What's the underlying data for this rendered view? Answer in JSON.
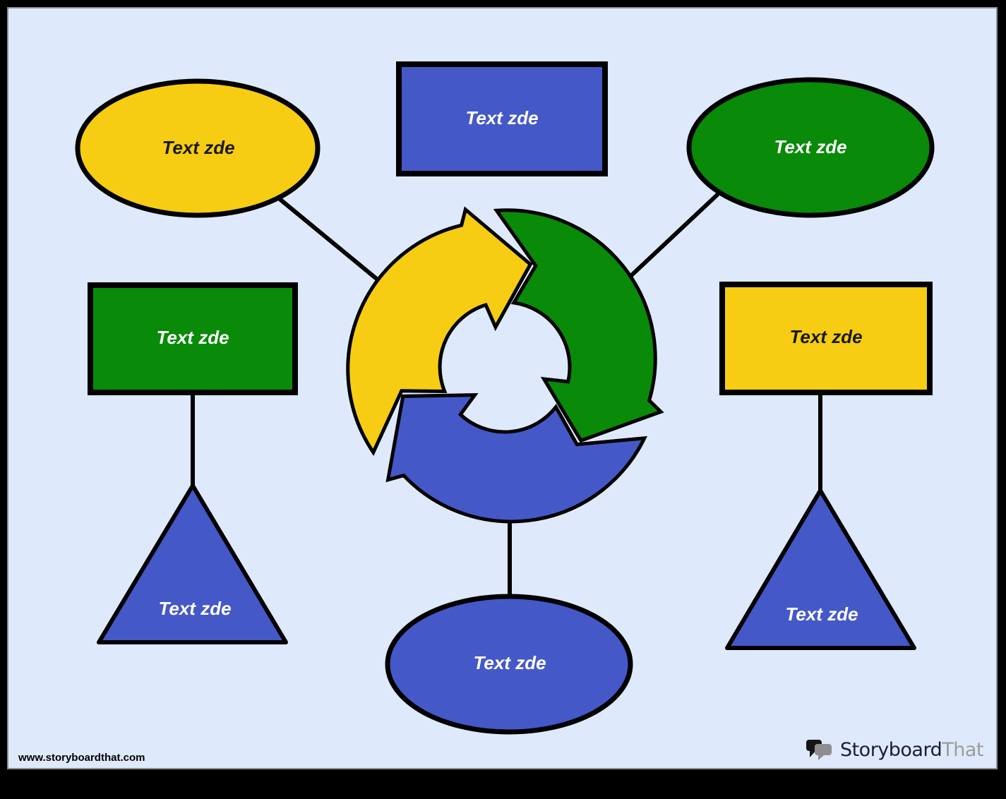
{
  "palette": {
    "background": "#DEEAFB",
    "frame": "#000000",
    "yellow": "#F6CD13",
    "green": "#098A09",
    "blue": "#4558C8",
    "outline": "#000000",
    "text_light": "#FFFFFF",
    "text_dark": "#1A1A1A"
  },
  "shapes": [
    {
      "id": "ellipse-top-left",
      "type": "ellipse",
      "label": "Text zde",
      "fill_color": "#F6CD13",
      "text_color": "#1A1A1A"
    },
    {
      "id": "rect-top-center",
      "type": "rectangle",
      "label": "Text zde",
      "fill_color": "#4558C8",
      "text_color": "#FFFFFF"
    },
    {
      "id": "ellipse-top-right",
      "type": "ellipse",
      "label": "Text zde",
      "fill_color": "#098A09",
      "text_color": "#FFFFFF"
    },
    {
      "id": "rect-left",
      "type": "rectangle",
      "label": "Text zde",
      "fill_color": "#098A09",
      "text_color": "#FFFFFF"
    },
    {
      "id": "rect-right",
      "type": "rectangle",
      "label": "Text zde",
      "fill_color": "#F6CD13",
      "text_color": "#1A1A1A"
    },
    {
      "id": "triangle-left",
      "type": "triangle",
      "label": "Text zde",
      "fill_color": "#4558C8",
      "text_color": "#FFFFFF"
    },
    {
      "id": "triangle-right",
      "type": "triangle",
      "label": "Text zde",
      "fill_color": "#4558C8",
      "text_color": "#FFFFFF"
    },
    {
      "id": "ellipse-bottom",
      "type": "ellipse",
      "label": "Text zde",
      "fill_color": "#4558C8",
      "text_color": "#FFFFFF"
    }
  ],
  "cycle": {
    "description": "three-curved-arrows-clockwise-cycle",
    "arrow_colors": [
      "#F6CD13",
      "#098A09",
      "#4558C8"
    ]
  },
  "footer": {
    "website_url": "www.storyboardthat.com",
    "logo_text_primary": "Storyboard",
    "logo_text_secondary": "That"
  }
}
